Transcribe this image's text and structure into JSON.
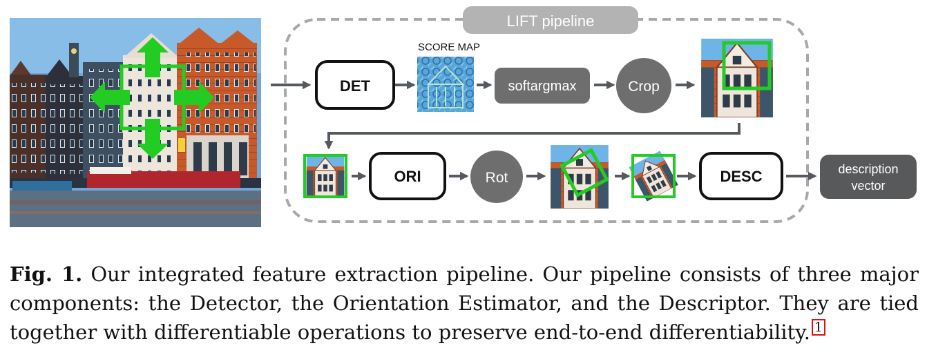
{
  "pipeline_title": "LIFT pipeline",
  "score_map_label": "SCORE MAP",
  "nodes": {
    "det": "DET",
    "softargmax": "softargmax",
    "crop": "Crop",
    "ori": "ORI",
    "rot": "Rot",
    "desc": "DESC",
    "output_line1": "description",
    "output_line2": "vector"
  },
  "caption": {
    "label": "Fig. 1.",
    "text": "Our integrated feature extraction pipeline. Our pipeline consists of three major components: the Detector, the Orientation Estimator, and the Descriptor. They are tied together with differentiable operations to preserve end-to-end differentiability.",
    "footnote": "1"
  },
  "colors": {
    "highlight_green": "#22cc22",
    "dashed_border": "#a8a8a8",
    "title_pill": "#b3b3b3",
    "op_node": "#6e6e6e",
    "output_node": "#58595b",
    "arrow": "#555a60",
    "footnote_box": "#e01010"
  }
}
